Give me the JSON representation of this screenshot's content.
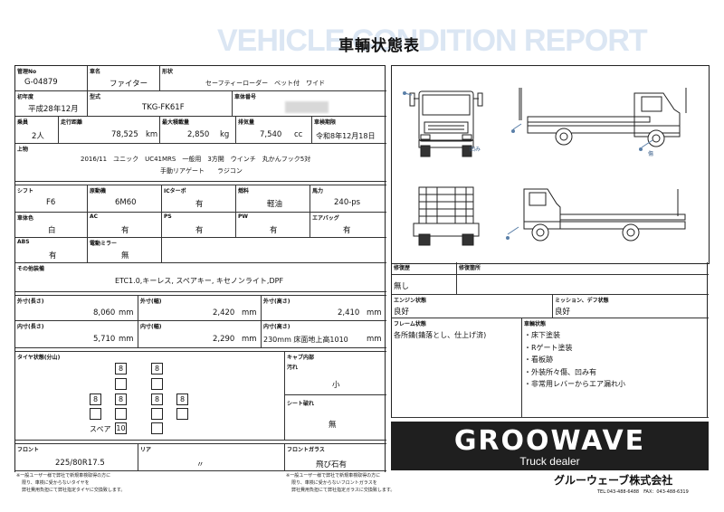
{
  "header": {
    "watermark": "VEHICLE CONDITION REPORT",
    "title": "車輌状態表"
  },
  "row1": {
    "mgmt_no_label": "管理No",
    "mgmt_no": "G-04879",
    "name_label": "車名",
    "name": "ファイター",
    "shape_label": "形状",
    "shape": "セーフティーローダー　ベット付　ワイド"
  },
  "row2": {
    "first_reg_label": "初年度",
    "first_reg": "平成28年12月",
    "model_label": "型式",
    "model": "TKG-FK61F",
    "chassis_label": "車体番号"
  },
  "row3": {
    "seats_label": "乗員",
    "seats": "2人",
    "mileage_label": "走行距離",
    "mileage": "78,525",
    "mileage_unit": "km",
    "load_label": "最大積載量",
    "load": "2,850",
    "load_unit": "kg",
    "displacement_label": "排気量",
    "displacement": "7,540",
    "displacement_unit": "cc",
    "inspection_label": "車検期限",
    "inspection": "令和8年12月18日"
  },
  "body": {
    "label": "上物",
    "line1": "2016/11　ユニック　UC41MRS　一般用　3方開　ウインチ　丸かんフック5対",
    "line2": "手動リアゲート　　ラジコン"
  },
  "specs": {
    "shift_label": "シフト",
    "shift": "F6",
    "engine_label": "原動機",
    "engine": "6M60",
    "ic_label": "ICターボ",
    "ic": "有",
    "fuel_label": "燃料",
    "fuel": "軽油",
    "hp_label": "馬力",
    "hp": "240-ps",
    "color_label": "車体色",
    "color": "白",
    "ac_label": "AC",
    "ac": "有",
    "ps_label": "PS",
    "ps": "有",
    "pw_label": "PW",
    "pw": "有",
    "airbag_label": "エアバッグ",
    "airbag": "有",
    "abs_label": "ABS",
    "abs": "有",
    "mirror_label": "電動ミラー",
    "mirror": "無"
  },
  "equipment": {
    "label": "その他装備",
    "value": "ETC1.0,キーレス, スペアキー, キセノンライト,DPF"
  },
  "outer": {
    "length_label": "外寸(長さ)",
    "length": "8,060",
    "length_unit": "mm",
    "width_label": "外寸(幅)",
    "width": "2,420",
    "width_unit": "mm",
    "height_label": "外寸(高さ)",
    "height": "2,410",
    "height_unit": "mm"
  },
  "inner": {
    "length_label": "内寸(長さ)",
    "length": "5,710",
    "length_unit": "mm",
    "width_label": "内寸(幅)",
    "width": "2,290",
    "width_unit": "mm",
    "height_label": "内寸(高さ)",
    "height": "230mm 床面地上高1010",
    "height_unit": "mm"
  },
  "tires": {
    "label": "タイヤ状態(分山)",
    "front_left": "8",
    "front_right": "8",
    "rear_outer_left": "8",
    "rear_inner_left": "8",
    "rear_inner_right": "8",
    "rear_outer_right": "8",
    "spare_label": "スペア",
    "spare": "10"
  },
  "cab": {
    "label": "キャブ内部",
    "dirt_label": "汚れ",
    "dirt": "小",
    "seat_label": "シート破れ",
    "seat": "無"
  },
  "tire_size": {
    "front_label": "フロント",
    "front": "225/80R17.5",
    "rear_label": "リア",
    "rear": "〃"
  },
  "glass": {
    "label": "フロントガラス",
    "value": "飛び石有"
  },
  "notes": {
    "left1": "※一般ユーザー様で弊社で新規車検取得の方に",
    "left2": "限り、車検に受からないタイヤを",
    "left3": "弊社費用負担にて弊社指定タイヤに交換致します。",
    "right1": "※一般ユーザー様で弊社で新規車検取得の方に",
    "right2": "限り、車検に受からないフロントガラスを",
    "right3": "弊社費用負担にて弊社指定ガラスに交換致します。"
  },
  "diagram": {
    "dent_label": "凹み",
    "scratch_label": "傷"
  },
  "repair": {
    "history_label": "修復歴",
    "history": "無し",
    "location_label": "修復箇所"
  },
  "engine_state": {
    "label": "エンジン状態",
    "value": "良好"
  },
  "mission_state": {
    "label": "ミッション、デフ状態",
    "value": "良好"
  },
  "frame_state": {
    "label": "フレーム状態",
    "value": "各所錆(錆落とし、仕上げ済)"
  },
  "bed_state": {
    "label": "車輌状態",
    "items": [
      "・床下塗装",
      "・Rゲート塗装",
      "・看板跡",
      "・外装所々傷、凹み有",
      "・非常用レバーからエア漏れ小"
    ]
  },
  "company": {
    "logo": "GROOWAVE",
    "tagline": "Truck dealer",
    "name": "グルーウェーブ株式会社",
    "contact": "TEL:043-488-6488　FAX：043-488-6319"
  }
}
